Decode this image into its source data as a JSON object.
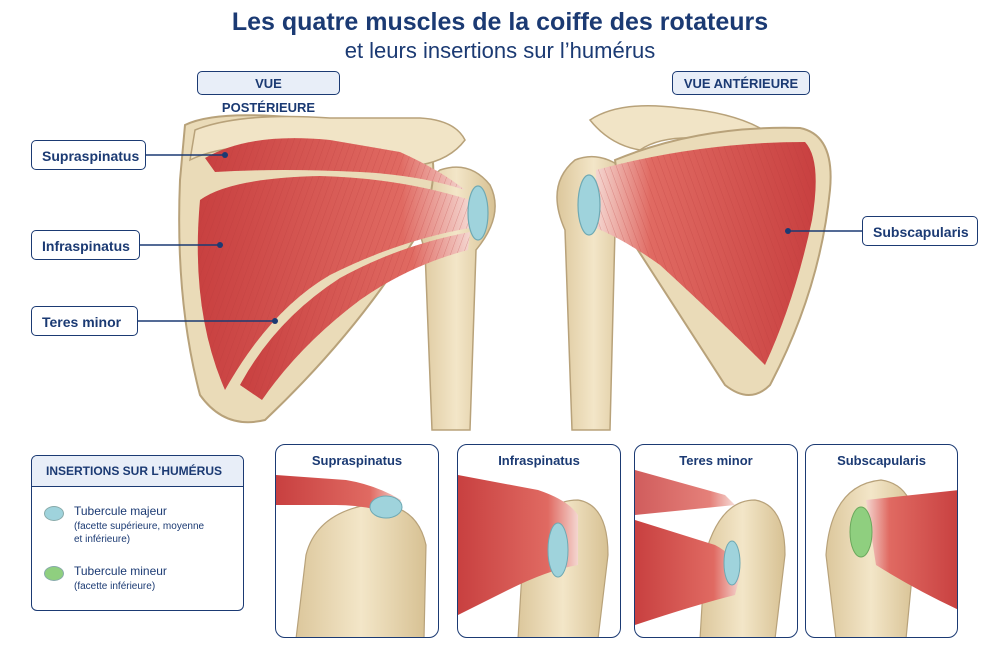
{
  "header": {
    "title": "Les quatre muscles de la coiffe des rotateurs",
    "subtitle": "et leurs insertions sur l’humérus"
  },
  "views": {
    "posterior_label": "VUE POSTÉRIEURE",
    "anterior_label": "VUE ANTÉRIEURE"
  },
  "callouts": {
    "supraspinatus": "Supraspinatus",
    "infraspinatus": "Infraspinatus",
    "teres_minor": "Teres minor",
    "subscapularis": "Subscapularis"
  },
  "legend": {
    "title": "INSERTIONS SUR L’HUMÉRUS",
    "items": [
      {
        "name": "Tubercule majeur",
        "desc_line1": "(facette supérieure, moyenne",
        "desc_line2": "et inférieure)",
        "color": "#9fd3dc"
      },
      {
        "name": "Tubercule mineur",
        "desc_line1": "(facette inférieure)",
        "color": "#8fcf7f"
      }
    ]
  },
  "panels": [
    {
      "title": "Supraspinatus"
    },
    {
      "title": "Infraspinatus"
    },
    {
      "title": "Teres minor"
    },
    {
      "title": "Subscapularis"
    }
  ],
  "colors": {
    "accent": "#1b3a73",
    "bone": "#ecdcb8",
    "muscle": "#d9504f",
    "greater_tubercle": "#9fd3dc",
    "lesser_tubercle": "#8fcf7f"
  }
}
